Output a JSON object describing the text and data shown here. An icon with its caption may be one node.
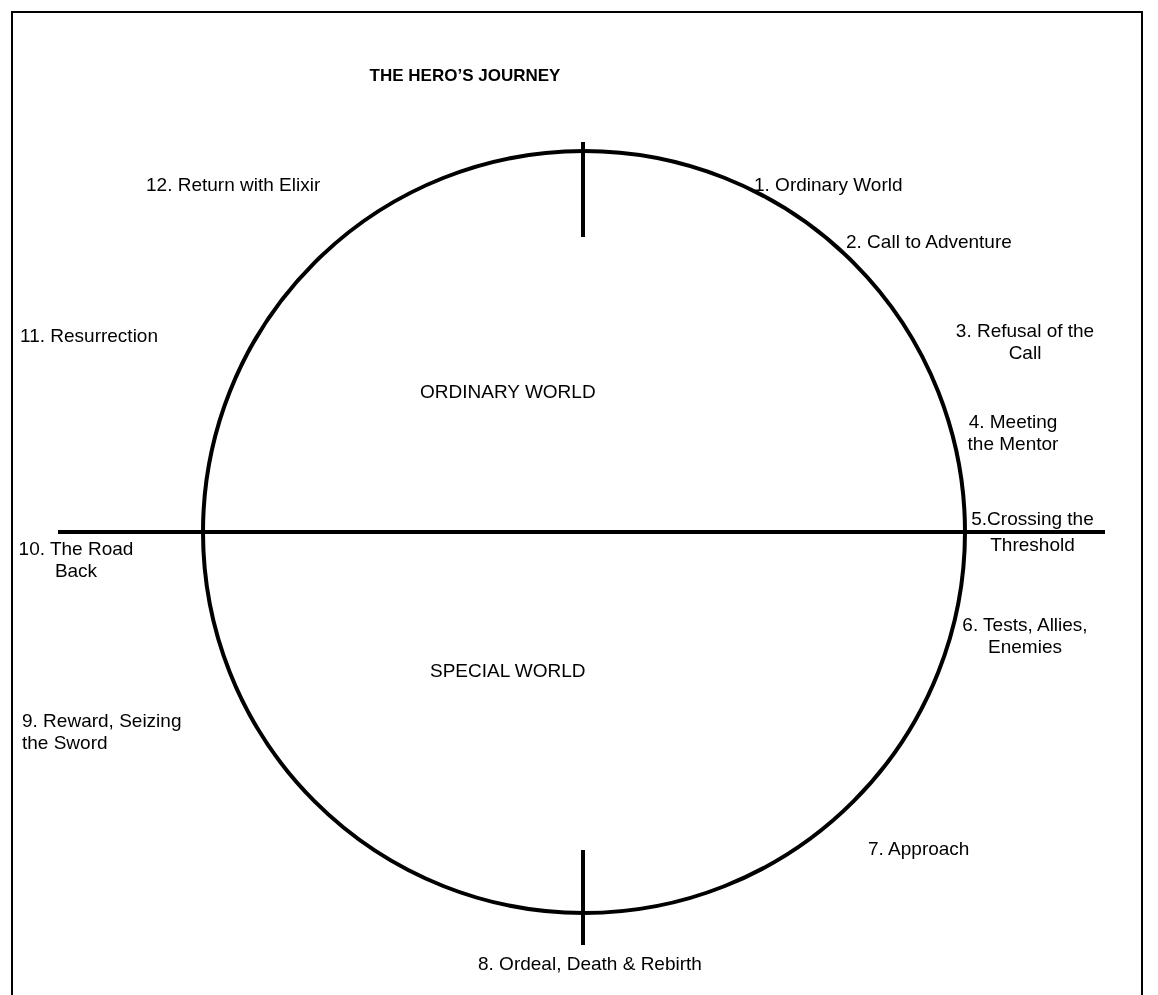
{
  "diagram": {
    "title": "THE HERO’S JOURNEY",
    "labels": [
      "12. Return with Elixir",
      "1. Ordinary World",
      "2. Call to Adventure",
      "11. Resurrection",
      "3. Refusal of the Call",
      "ORDINARY WORLD",
      "4. Meeting the Mentor",
      "5.Crossing the Threshold",
      "10. The Road Back",
      "6. Tests, Allies, Enemies",
      "SPECIAL WORLD",
      "9. Reward, Seizing the Sword",
      "7. Approach",
      "8. Ordeal, Death & Rebirth"
    ]
  }
}
